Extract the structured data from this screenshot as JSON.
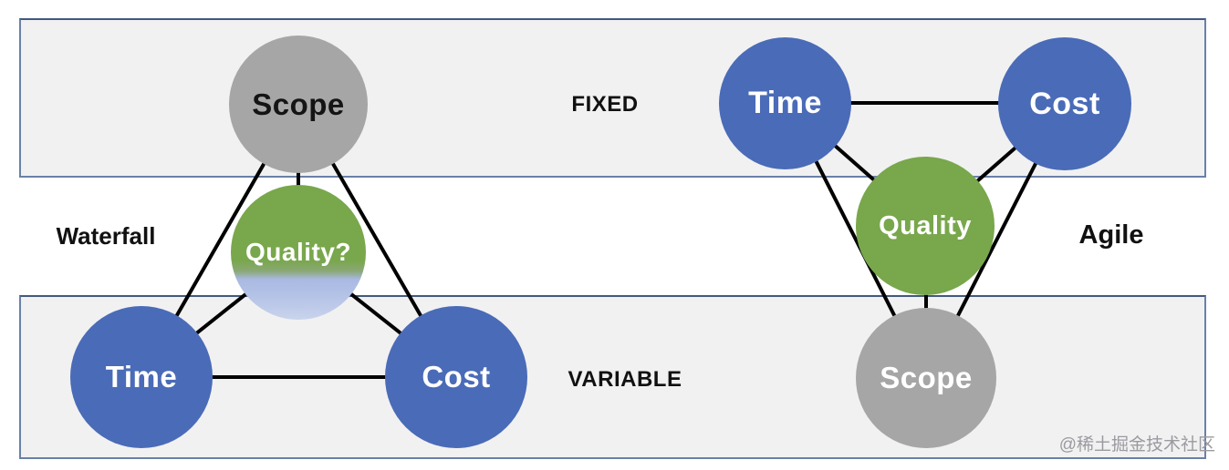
{
  "bands": {
    "fixed_label": "FIXED",
    "variable_label": "VARIABLE",
    "fill_color": "#f1f1f2",
    "border_color": "#6a81a8"
  },
  "colors": {
    "blue": "#4a6bb7",
    "green": "#79a74c",
    "gray": "#a6a6a6",
    "quality_fade_bottom": "#c9d3ec",
    "connector": "#000000"
  },
  "waterfall": {
    "label": "Waterfall",
    "nodes": {
      "scope": {
        "label": "Scope",
        "color": "#a6a6a6",
        "text_color": "#141414"
      },
      "quality": {
        "label": "Quality?",
        "color": "#79a74c fading to #c9d3ec",
        "text_color": "#ffffff"
      },
      "time": {
        "label": "Time",
        "color": "#4a6bb7",
        "text_color": "#ffffff"
      },
      "cost": {
        "label": "Cost",
        "color": "#4a6bb7",
        "text_color": "#ffffff"
      }
    }
  },
  "agile": {
    "label": "Agile",
    "nodes": {
      "time": {
        "label": "Time",
        "color": "#4a6bb7",
        "text_color": "#ffffff"
      },
      "cost": {
        "label": "Cost",
        "color": "#4a6bb7",
        "text_color": "#ffffff"
      },
      "quality": {
        "label": "Quality",
        "color": "#79a74c",
        "text_color": "#ffffff"
      },
      "scope": {
        "label": "Scope",
        "color": "#a6a6a6",
        "text_color": "#ffffff"
      }
    }
  },
  "watermark": "@稀土掘金技术社区"
}
